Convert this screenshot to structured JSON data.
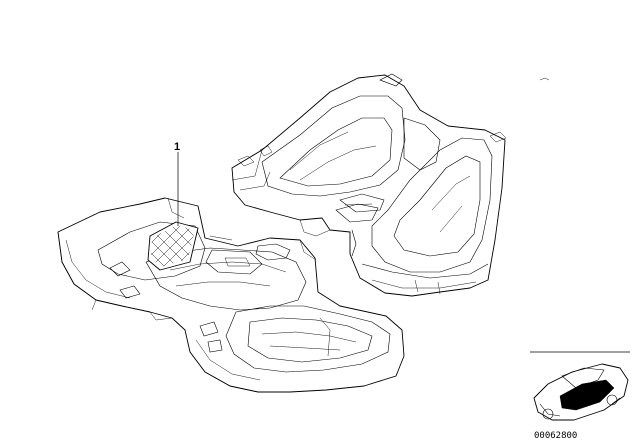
{
  "diagram": {
    "callouts": [
      {
        "number": "1",
        "part": "floor-net"
      }
    ],
    "reference_code": "00062800",
    "icons": [
      "floor-carpet-set-drawing",
      "floor-net-drawing",
      "car-overview-thumbnail"
    ],
    "colors": {
      "line": "#000000",
      "background": "#ffffff"
    }
  }
}
